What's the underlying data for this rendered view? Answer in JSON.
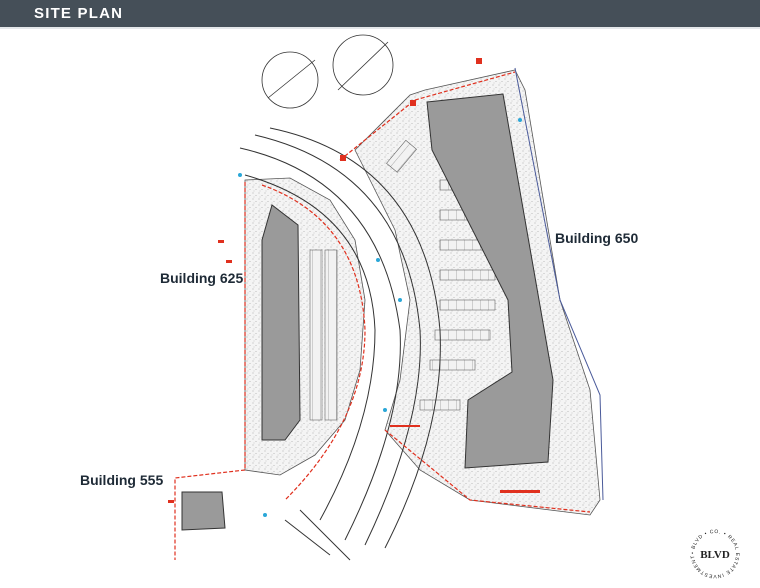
{
  "header": {
    "title": "SITE PLAN"
  },
  "labels": {
    "building_650": "Building 650",
    "building_625": "Building 625",
    "building_555": "Building 555"
  },
  "logo": {
    "mark": "BLVD",
    "ring_text": "• BLVD • CO. • REAL ESTATE INVESTMENT •"
  },
  "colors": {
    "header_bg": "#454f58",
    "building_fill": "#9a9a9a",
    "markup_red": "#e0301e",
    "label": "#1e2a36"
  }
}
